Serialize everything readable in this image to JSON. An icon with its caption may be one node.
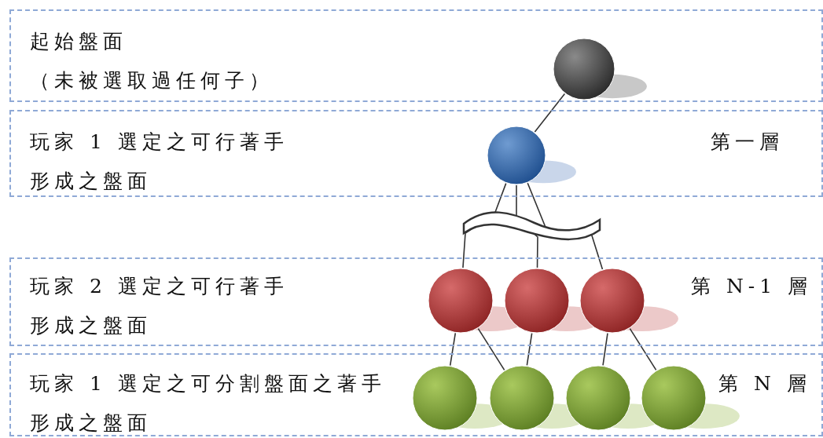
{
  "diagram": {
    "nodes": [
      {
        "text": [
          "起始盤面",
          "（未被選取過任何子）"
        ]
      },
      {
        "text": [
          "玩家 1 選定之可行著手形成之盤面",
          "第一層"
        ]
      },
      {
        "text": [
          "玩家 2 選定之可行著手形成之盤面",
          "第 N-1 層"
        ]
      },
      {
        "text": [
          "玩家 1 選定之可分割盤面之著手形成之盤面",
          "第 N 層"
        ]
      },
      {
        "text": [],
        "shape": "circle",
        "in": 0
      },
      {
        "text": [],
        "shape": "circle",
        "in": 1
      },
      {
        "text": [],
        "shape": "circle",
        "in": 2
      },
      {
        "text": [],
        "shape": "circle",
        "in": 2
      },
      {
        "text": [],
        "shape": "circle",
        "in": 2
      },
      {
        "text": [],
        "shape": "circle",
        "in": 3
      },
      {
        "text": [],
        "shape": "circle",
        "in": 3
      },
      {
        "text": [],
        "shape": "circle",
        "in": 3
      },
      {
        "text": [],
        "shape": "circle",
        "in": 3
      }
    ],
    "edges": [
      {
        "from": 4,
        "to": 5,
        "arrow": "none"
      },
      {
        "from": 5,
        "to": 6,
        "arrow": "none"
      },
      {
        "from": 5,
        "to": 7,
        "arrow": "none"
      },
      {
        "from": 5,
        "to": 8,
        "arrow": "none"
      },
      {
        "from": 6,
        "to": 9,
        "arrow": "none"
      },
      {
        "from": 6,
        "to": 10,
        "arrow": "none"
      },
      {
        "from": 7,
        "to": 10,
        "arrow": "none"
      },
      {
        "from": 8,
        "to": 11,
        "arrow": "none"
      },
      {
        "from": 8,
        "to": 12,
        "arrow": "none"
      }
    ]
  }
}
